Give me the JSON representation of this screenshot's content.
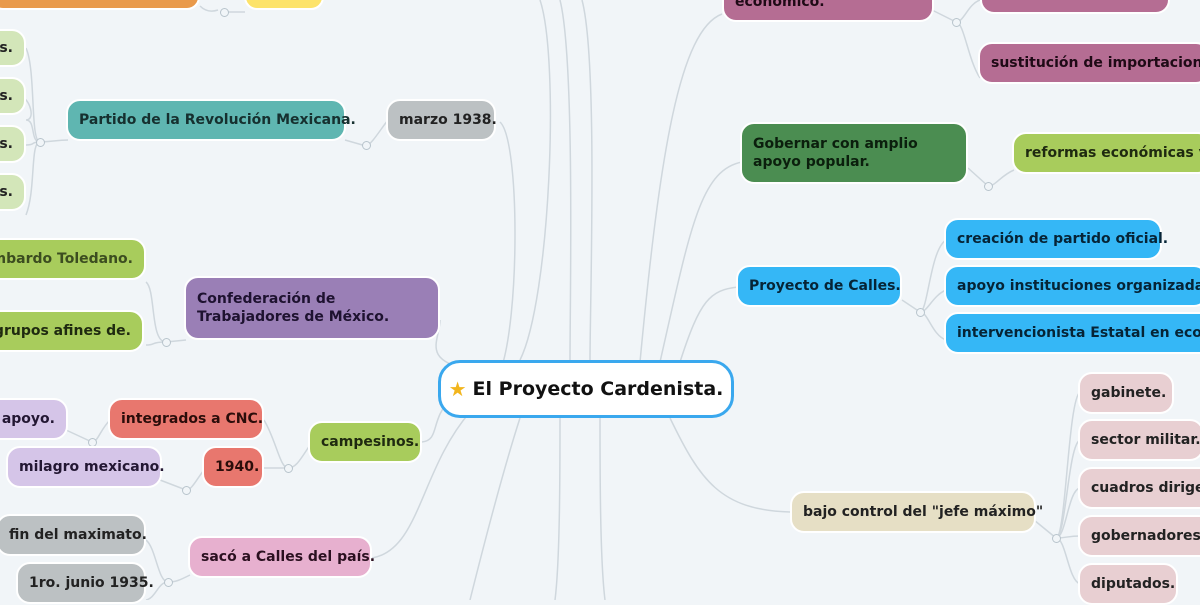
{
  "central": {
    "title": "El Proyecto Cardenista.",
    "icon": "star-icon"
  },
  "colors": {
    "orange": "#e99a4b",
    "yellow": "#fde36a",
    "lightgreen": "#d3e6b9",
    "teal": "#5fb6b1",
    "gray": "#bcc1c3",
    "green": "#a8cc5c",
    "purple": "#9a7fb6",
    "lavender": "#d5c5e8",
    "salmon": "#e8776e",
    "darkgreen": "#4b8d51",
    "blue": "#35b7f6",
    "pink": "#e7b0cf",
    "mauve": "#b56d93",
    "beige": "#e6dfc5",
    "rose": "#e8cfd2"
  },
  "left": {
    "prm_items": [
      "os.",
      "os.",
      "os.",
      "es."
    ],
    "prm": "Partido de la Revolución Mexicana.",
    "marzo": "marzo 1938.",
    "ctm_items": [
      "mbardo Toledano.",
      "grupos afines de."
    ],
    "ctm": "Confederación de Trabajadores de México.",
    "apoyo": "e apoyo.",
    "cnc": "integrados a CNC.",
    "milagro": "milagro mexicano.",
    "y1940": "1940.",
    "campesinos": "campesinos.",
    "fin_maximato": "fin del maximato.",
    "junio": "1ro. junio 1935.",
    "calles_out": "sacó a Calles del país."
  },
  "right": {
    "economico": "económico.",
    "sustitucion": "sustitución de importaciones.",
    "gobernar": "Gobernar con amplio apoyo popular.",
    "reformas": "reformas económicas y so",
    "proyecto_calles": "Proyecto de Calles.",
    "creacion": "creación de partido oficial.",
    "instituciones": "apoyo instituciones organizadas.",
    "intervencionista": "intervencionista Estatal en economía.",
    "jefe_maximo": "bajo control del \"jefe máximo\"",
    "jefe_items": [
      "gabinete.",
      "sector militar.",
      "cuadros dirigentes.",
      "gobernadores de",
      "diputados."
    ]
  }
}
